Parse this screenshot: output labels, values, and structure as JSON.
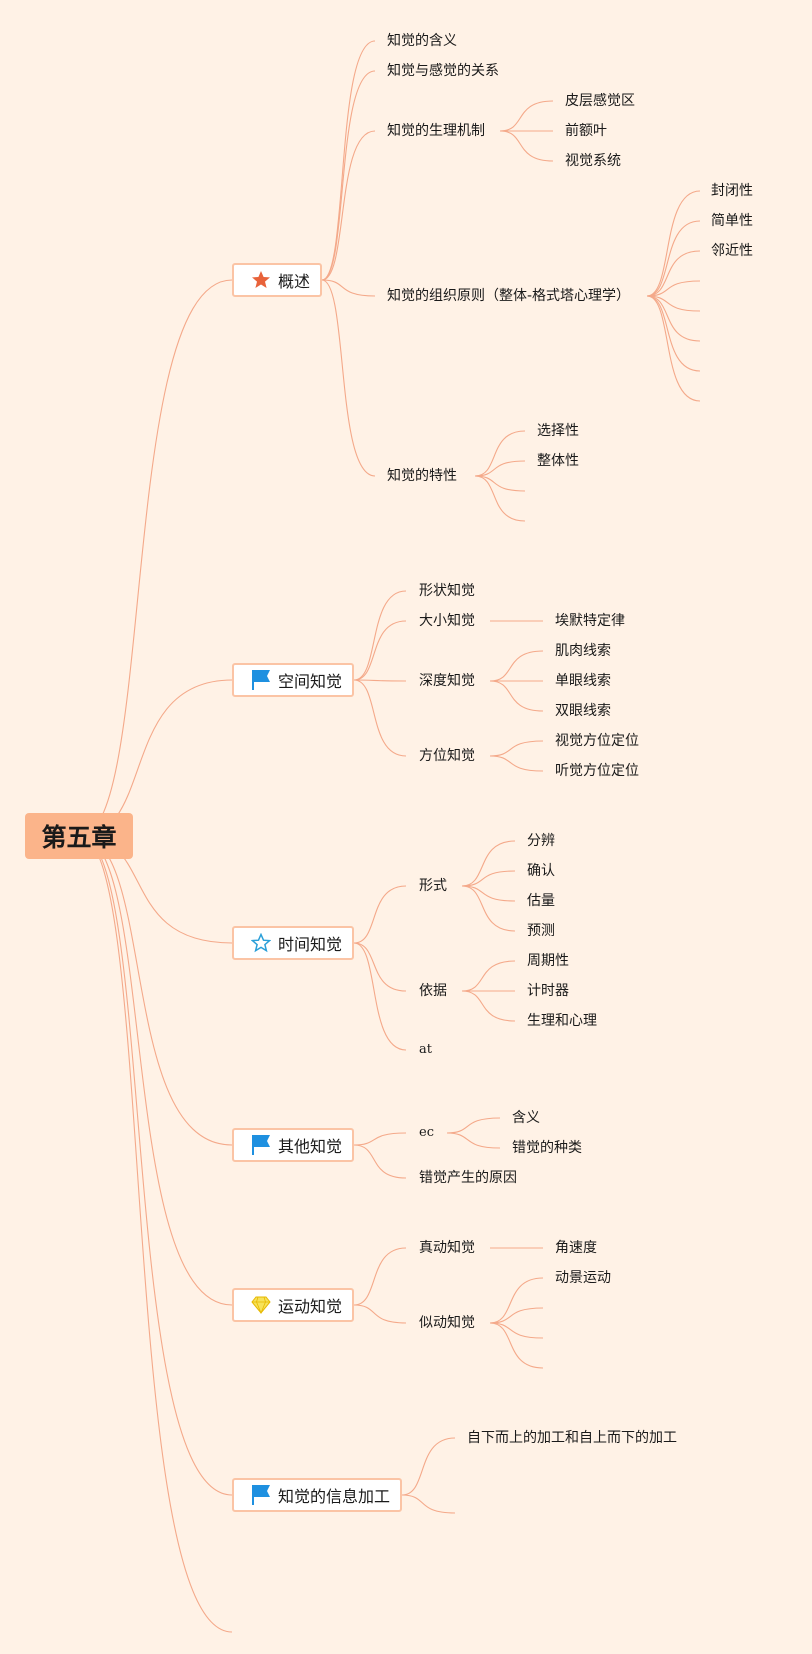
{
  "root": {
    "label": "第五章"
  },
  "branches": [
    {
      "id": "overview",
      "label": "概述",
      "icon": "star-filled-icon",
      "icon_color": "#e8623a",
      "children": [
        {
          "label": "知觉的含义"
        },
        {
          "label": "知觉与感觉的关系"
        },
        {
          "label": "知觉的生理机制",
          "children": [
            "皮层感觉区",
            "前额叶",
            "视觉系统"
          ]
        },
        {
          "label": "知觉的组织原则（整体-格式塔心理学）",
          "children": [
            "封闭性",
            "简单性",
            "邻近性",
            "",
            "",
            "",
            "",
            ""
          ]
        },
        {
          "label": "知觉的特性",
          "children": [
            "选择性",
            "整体性",
            "",
            ""
          ]
        }
      ]
    },
    {
      "id": "space",
      "label": "空间知觉",
      "icon": "flag-icon",
      "icon_color": "#1e90e0",
      "children": [
        {
          "label": "形状知觉"
        },
        {
          "label": "大小知觉",
          "children": [
            "埃默特定律"
          ]
        },
        {
          "label": "深度知觉",
          "children": [
            "肌肉线索",
            "单眼线索",
            "双眼线索"
          ]
        },
        {
          "label": "方位知觉",
          "children": [
            "视觉方位定位",
            "听觉方位定位"
          ]
        }
      ]
    },
    {
      "id": "time",
      "label": "时间知觉",
      "icon": "star-outline-icon",
      "icon_color": "#2a9fd8",
      "children": [
        {
          "label": "形式",
          "children": [
            "分辨",
            "确认",
            "估量",
            "预测"
          ]
        },
        {
          "label": "依据",
          "children": [
            "周期性",
            "计时器",
            "生理和心理"
          ]
        },
        {
          "label": "at"
        }
      ]
    },
    {
      "id": "other",
      "label": "其他知觉",
      "icon": "flag-icon",
      "icon_color": "#1e90e0",
      "children": [
        {
          "label": "ec",
          "children": [
            "含义",
            "错觉的种类"
          ]
        },
        {
          "label": "错觉产生的原因"
        }
      ]
    },
    {
      "id": "motion",
      "label": "运动知觉",
      "icon": "gem-icon",
      "icon_color": "#f2d21c",
      "children": [
        {
          "label": "真动知觉",
          "children": [
            "角速度"
          ]
        },
        {
          "label": "似动知觉",
          "children": [
            "动景运动",
            "",
            "",
            ""
          ]
        }
      ]
    },
    {
      "id": "info",
      "label": "知觉的信息加工",
      "icon": "flag-icon",
      "icon_color": "#1e90e0",
      "children": [
        {
          "label": "自下而上的加工和自上而下的加工"
        },
        {
          "label": ""
        }
      ]
    },
    {
      "id": "empty",
      "label": "",
      "children": []
    }
  ]
}
